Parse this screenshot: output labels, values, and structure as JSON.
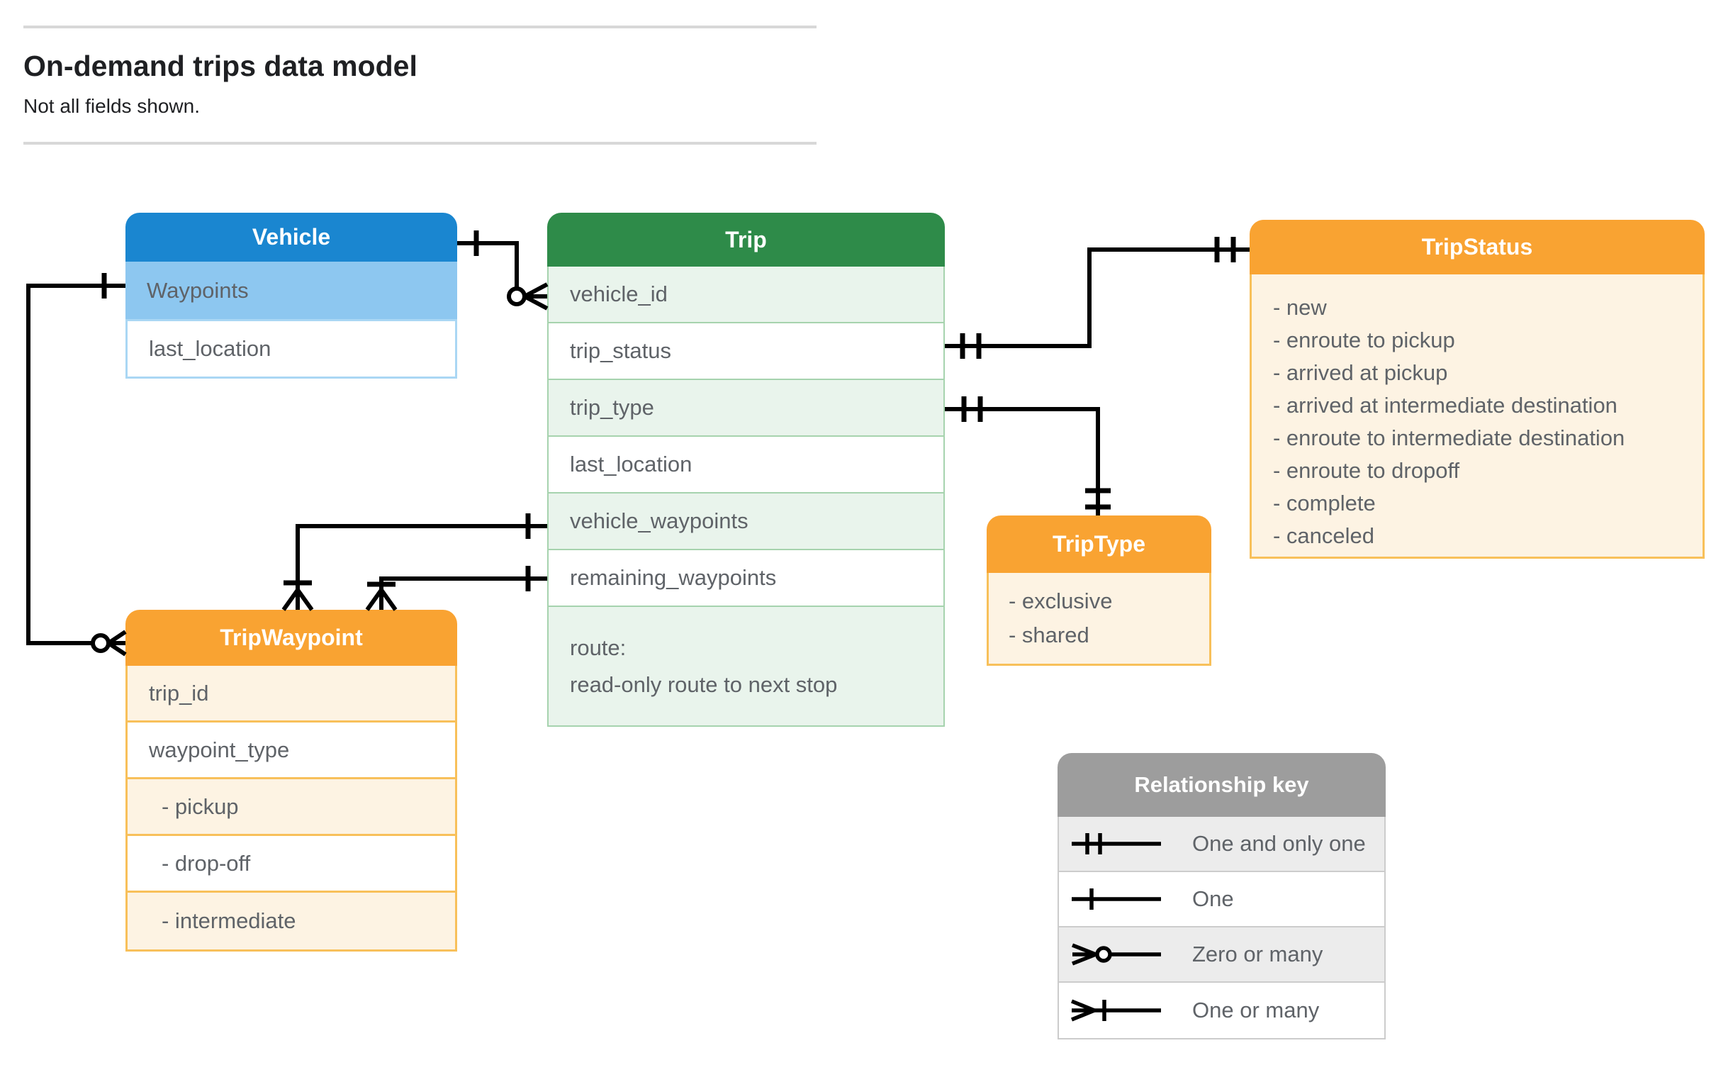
{
  "page": {
    "title": "On-demand trips data model",
    "subtitle": "Not all fields shown."
  },
  "entities": {
    "vehicle": {
      "title": "Vehicle",
      "fields": [
        "Waypoints",
        "last_location"
      ]
    },
    "trip": {
      "title": "Trip",
      "fields": [
        "vehicle_id",
        "trip_status",
        "trip_type",
        "last_location",
        "vehicle_waypoints",
        "remaining_waypoints"
      ],
      "route_line1": "route:",
      "route_line2": "read-only route to next stop"
    },
    "tripStatus": {
      "title": "TripStatus",
      "items": [
        "- new",
        "- enroute to pickup",
        "- arrived at pickup",
        "- arrived at intermediate destination",
        "- enroute to intermediate destination",
        "- enroute to dropoff",
        "- complete",
        "- canceled"
      ]
    },
    "tripType": {
      "title": "TripType",
      "items": [
        "- exclusive",
        "- shared"
      ]
    },
    "tripWaypoint": {
      "title": "TripWaypoint",
      "fields": [
        "trip_id",
        "waypoint_type"
      ],
      "types": [
        "- pickup",
        "- drop-off",
        "- intermediate"
      ]
    }
  },
  "relationships": [
    {
      "from": "Vehicle",
      "to": "Trip.vehicle_id",
      "from_cardinality": "one",
      "to_cardinality": "zero-or-many"
    },
    {
      "from": "Vehicle.Waypoints",
      "to": "TripWaypoint",
      "from_cardinality": "one",
      "to_cardinality": "zero-or-many"
    },
    {
      "from": "Trip.trip_status",
      "to": "TripStatus",
      "from_cardinality": "one-and-only-one",
      "to_cardinality": "one-and-only-one"
    },
    {
      "from": "Trip.trip_type",
      "to": "TripType",
      "from_cardinality": "one-and-only-one",
      "to_cardinality": "one-and-only-one"
    },
    {
      "from": "Trip.vehicle_waypoints",
      "to": "TripWaypoint",
      "from_cardinality": "one",
      "to_cardinality": "one-or-many"
    },
    {
      "from": "Trip.remaining_waypoints",
      "to": "TripWaypoint",
      "from_cardinality": "one",
      "to_cardinality": "one-or-many"
    }
  ],
  "legend": {
    "title": "Relationship key",
    "rows": [
      {
        "symbol": "one-and-only-one",
        "label": "One and only one"
      },
      {
        "symbol": "one",
        "label": "One"
      },
      {
        "symbol": "zero-or-many",
        "label": "Zero or many"
      },
      {
        "symbol": "one-or-many",
        "label": "One or many"
      }
    ]
  },
  "colors": {
    "vehicle_header": "#1a86d0",
    "vehicle_highlight_row": "#8dc7f0",
    "trip_header": "#2e8b49",
    "trip_row_tint": "#e9f4ec",
    "orange_header": "#f9a332",
    "orange_body": "#fdf3e3",
    "orange_border": "#f8c05a",
    "legend_header": "#9d9d9d",
    "legend_row_tint": "#ececec",
    "connector": "#000000",
    "field_text": "#5f6368"
  }
}
